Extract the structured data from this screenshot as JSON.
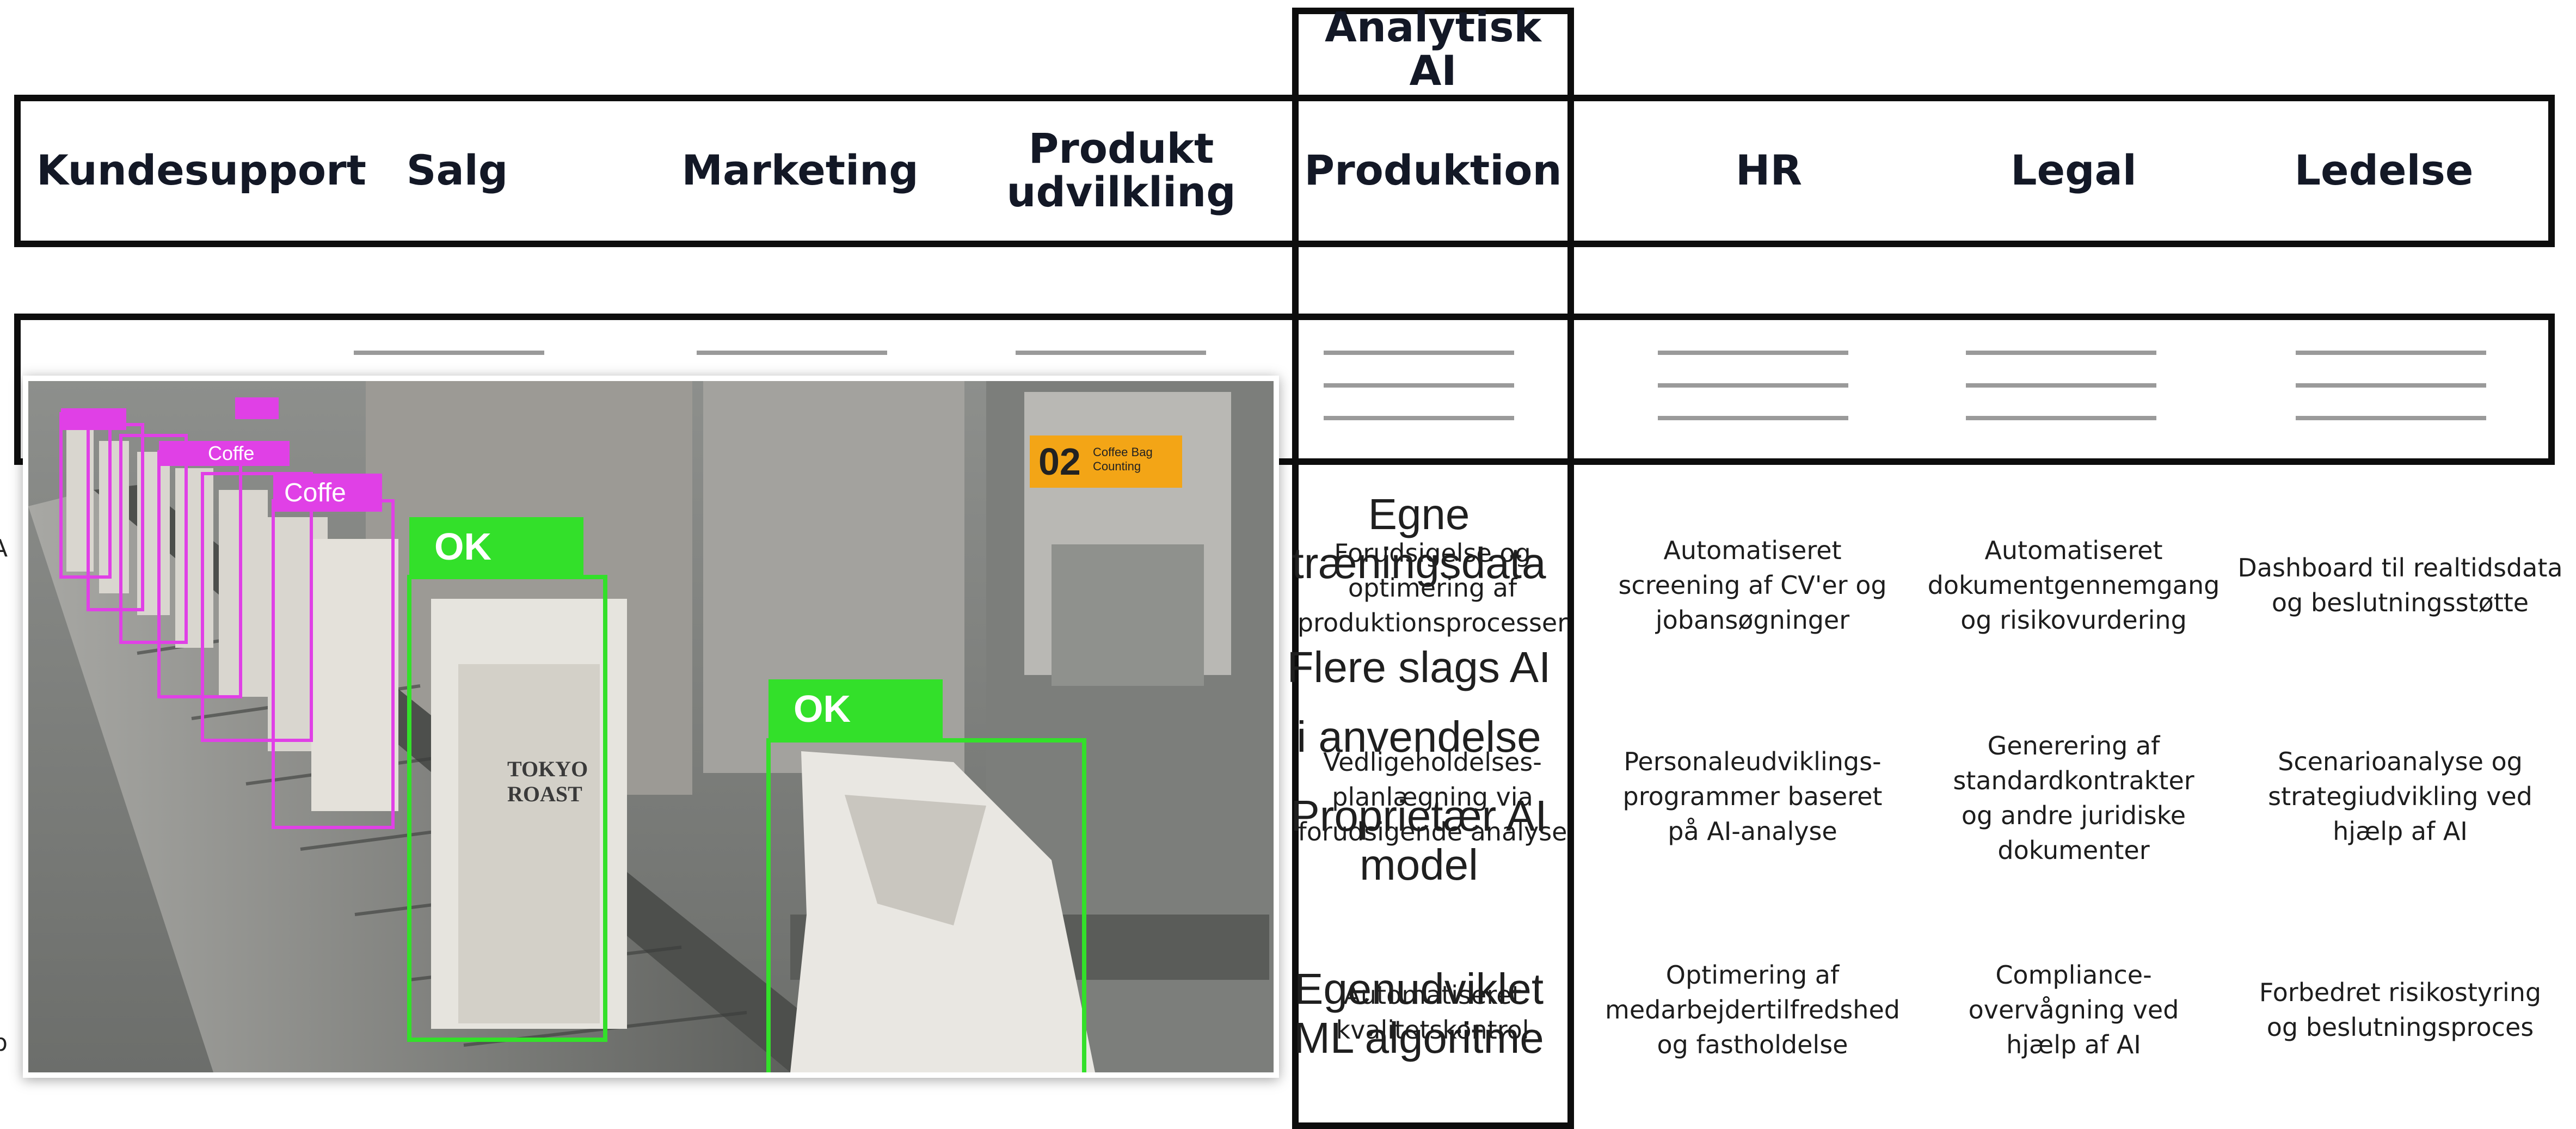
{
  "highlight_title": "Analytisk AI",
  "departments": [
    "Kundesupport",
    "Salg",
    "Marketing",
    "Produkt udvilkling",
    "Produktion",
    "HR",
    "Legal",
    "Ledelse"
  ],
  "produktion_overlay": [
    "Egne træningsdata",
    "Flere slags AI i anvendelse",
    "Proprietær AI model",
    "Egenudviklet ML algoritme"
  ],
  "produktion_cells": [
    "Forudsigelse og optimering af produktionsprocesser",
    "Vedligeholdelses-planlægning via forudsigende analyse",
    "Automatiseret kvalitetskontrol"
  ],
  "hr_cells": [
    "Automatiseret screening af CV'er og jobansøgninger",
    "Personaleudviklings-programmer baseret på AI-analyse",
    "Optimering af medarbejdertilfredshed og fastholdelse"
  ],
  "legal_cells": [
    "Automatiseret dokumentgennemgang og risikovurdering",
    "Generering af standardkontrakter og andre juridiske dokumenter",
    "Compliance-overvågning ved hjælp af AI"
  ],
  "ledelse_cells": [
    "Dashboard til realtidsdata og beslutningsstøtte",
    "Scenarioanalyse og strategiudvikling ved hjælp af AI",
    "Forbedret risikostyring og beslutningsproces"
  ],
  "edge_fragments": [
    "A",
    "b"
  ],
  "photo": {
    "ok_label": "OK",
    "coffee_label": "Coffe",
    "coffee_label_back": "Coffe",
    "station_number": "02",
    "station_text": "Coffee Bag Counting",
    "bag_text": "TOKYO ROAST",
    "colors": {
      "ok_box": "#33e02a",
      "coffee_box": "#e040e6",
      "station_tag": "#f3a516"
    }
  },
  "colors": {
    "border": "#0d0d0d",
    "placeholder_line": "#9a9a9a",
    "header_text": "#131826"
  }
}
